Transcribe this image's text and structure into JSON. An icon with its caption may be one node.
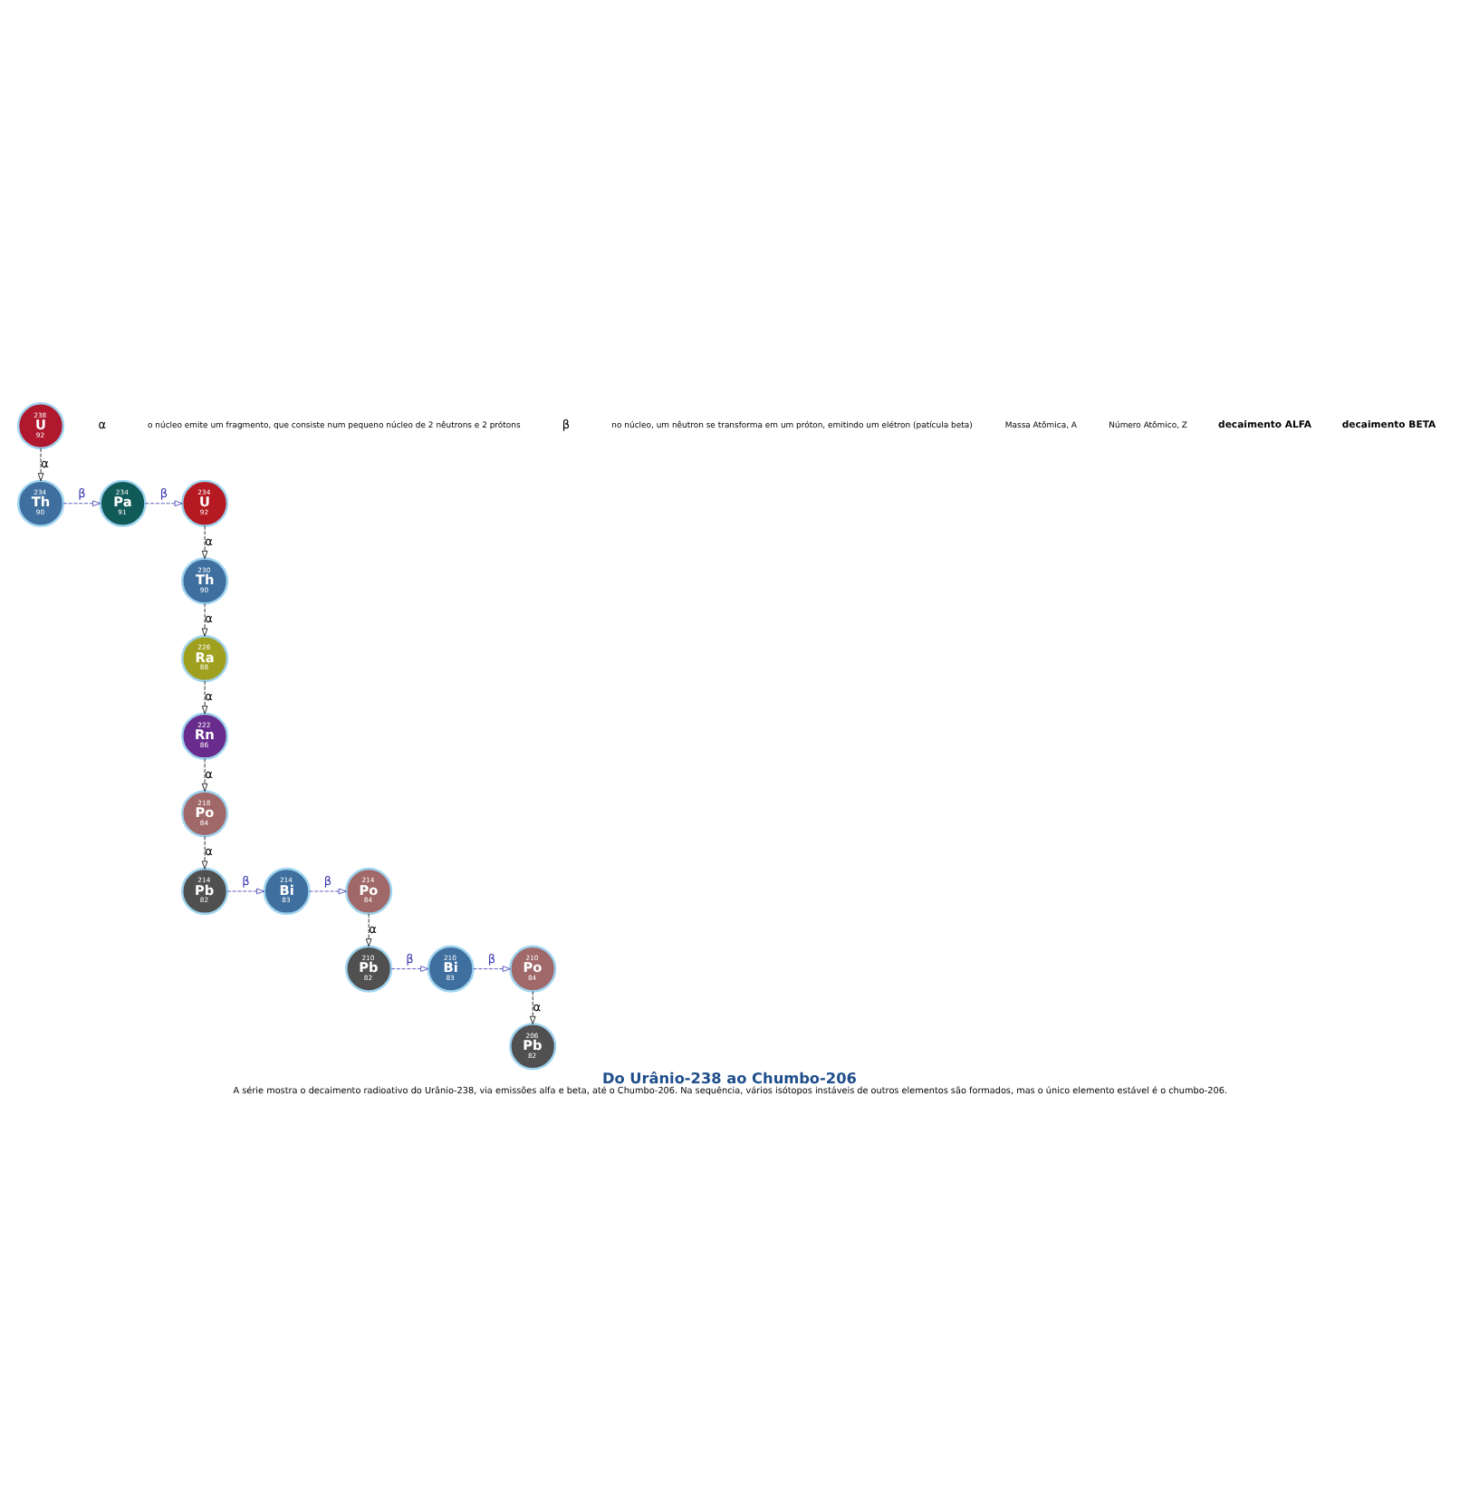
{
  "diagram": {
    "title": "Do Urânio-238 ao Chumbo-206",
    "caption": "A série mostra o decaimento radioativo do Urânio-238, via emissões alfa e beta, até o Chumbo-206. Na sequência, vários isótopos instáveis de outros elementos são formados, mas o único elemento estável é o chumbo-206.",
    "nodes": [
      {
        "text": [
          "238",
          "U",
          "92"
        ]
      },
      {
        "text": [
          "234",
          "Th",
          "90"
        ]
      },
      {
        "text": [
          "234",
          "Pa",
          "91"
        ]
      },
      {
        "text": [
          "234",
          "U",
          "92"
        ]
      },
      {
        "text": [
          "230",
          "Th",
          "90"
        ]
      },
      {
        "text": [
          "226",
          "Ra",
          "88"
        ]
      },
      {
        "text": [
          "222",
          "Rn",
          "86"
        ]
      },
      {
        "text": [
          "218",
          "Po",
          "84"
        ]
      },
      {
        "text": [
          "214",
          "Pb",
          "82"
        ]
      },
      {
        "text": [
          "214",
          "Bi",
          "83"
        ]
      },
      {
        "text": [
          "214",
          "Po",
          "84"
        ]
      },
      {
        "text": [
          "210",
          "Pb",
          "82"
        ]
      },
      {
        "text": [
          "210",
          "Bi",
          "83"
        ]
      },
      {
        "text": [
          "210",
          "Po",
          "84"
        ]
      },
      {
        "text": [
          "206",
          "Pb",
          "82"
        ]
      }
    ],
    "edges": [
      {
        "from": 0,
        "to": 1,
        "arrow": "to",
        "label": "α",
        "style": "dashed"
      },
      {
        "from": 1,
        "to": 2,
        "arrow": "to",
        "label": "β",
        "style": "dashed",
        "color": "#3a3ab0"
      },
      {
        "from": 2,
        "to": 3,
        "arrow": "to",
        "label": "β",
        "style": "dashed",
        "color": "#3a3ab0"
      },
      {
        "from": 3,
        "to": 4,
        "arrow": "to",
        "label": "α",
        "style": "dashed"
      },
      {
        "from": 4,
        "to": 5,
        "arrow": "to",
        "label": "α",
        "style": "dashed"
      },
      {
        "from": 5,
        "to": 6,
        "arrow": "to",
        "label": "α",
        "style": "dashed"
      },
      {
        "from": 6,
        "to": 7,
        "arrow": "to",
        "label": "α",
        "style": "dashed"
      },
      {
        "from": 7,
        "to": 8,
        "arrow": "to",
        "label": "α",
        "style": "dashed"
      },
      {
        "from": 8,
        "to": 9,
        "arrow": "to",
        "label": "β",
        "style": "dashed",
        "color": "#3a3ab0"
      },
      {
        "from": 9,
        "to": 10,
        "arrow": "to",
        "label": "β",
        "style": "dashed",
        "color": "#3a3ab0"
      },
      {
        "from": 10,
        "to": 11,
        "arrow": "to",
        "label": "α",
        "style": "dashed"
      },
      {
        "from": 11,
        "to": 12,
        "arrow": "to",
        "label": "β",
        "style": "dashed",
        "color": "#3a3ab0"
      },
      {
        "from": 12,
        "to": 13,
        "arrow": "to",
        "label": "β",
        "style": "dashed",
        "color": "#3a3ab0"
      },
      {
        "from": 13,
        "to": 14,
        "arrow": "to",
        "label": "α",
        "style": "dashed"
      }
    ],
    "labels": [
      "α",
      "o núcleo emite um fragmento, que consiste num pequeno núcleo de 2 nêutrons e 2 prótons",
      "β",
      "no núcleo, um nêutron se transforma em um próton, emitindo um elétron (patícula beta)",
      "Massa Atômica, A",
      "Número Atômico, Z"
    ],
    "legend": [
      {
        "text": "decaimento ALFA"
      },
      {
        "text": "decaimento BETA"
      }
    ]
  }
}
